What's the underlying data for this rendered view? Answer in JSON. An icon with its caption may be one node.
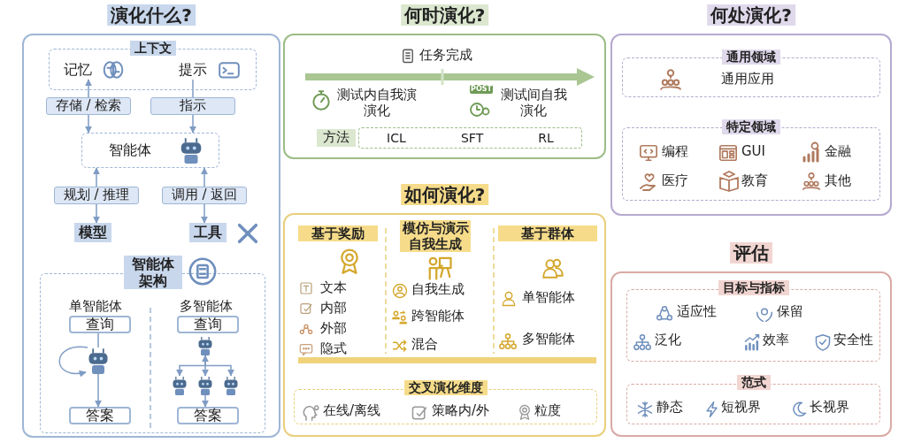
{
  "diagram": {
    "nodes": [
      {
        "text": [
          "演化什么?"
        ]
      },
      {
        "text": [
          "上下文"
        ],
        "in": 0
      },
      {
        "text": [
          "记忆"
        ],
        "in": 1
      },
      {
        "text": [
          "提示"
        ],
        "in": 1
      },
      {
        "text": [
          "智能体"
        ],
        "in": 0
      },
      {
        "text": [
          "模型"
        ],
        "in": 0
      },
      {
        "text": [
          "工具"
        ],
        "in": 0
      },
      {
        "text": [
          "智能体架构"
        ],
        "in": 0
      },
      {
        "text": [
          "查询"
        ],
        "in": 7
      },
      {
        "text": [],
        "shape": "robot",
        "in": 7
      },
      {
        "text": [
          "答案"
        ],
        "in": 7
      },
      {
        "text": [
          "查询"
        ],
        "in": 7
      },
      {
        "text": [],
        "shape": "robot",
        "in": 7
      },
      {
        "text": [],
        "shape": "robot",
        "in": 7
      },
      {
        "text": [],
        "shape": "robot",
        "in": 7
      },
      {
        "text": [],
        "shape": "robot",
        "in": 7
      },
      {
        "text": [
          "答案"
        ],
        "in": 7
      },
      {
        "text": [
          "何时演化?"
        ]
      },
      {
        "text": [
          "ICL",
          "SFT",
          "RL"
        ],
        "in": 17,
        "beside": [
          "方法"
        ]
      },
      {
        "text": [
          "何处演化?"
        ]
      },
      {
        "text": [
          "通用领域",
          "通用应用"
        ],
        "in": 19
      },
      {
        "text": [
          "特定领域"
        ],
        "in": 19
      },
      {
        "text": [
          "如何演化?"
        ]
      },
      {
        "text": [
          "交叉演化维度"
        ],
        "in": 22
      },
      {
        "text": [
          "评估"
        ]
      },
      {
        "text": [
          "目标与指标"
        ],
        "in": 24
      },
      {
        "text": [
          "范式"
        ],
        "in": 24
      }
    ],
    "edges": [
      {
        "from": 2,
        "to": 4,
        "arrow": "both",
        "label": "存储 / 检索"
      },
      {
        "from": 3,
        "to": 4,
        "arrow": "to",
        "label": "指示"
      },
      {
        "from": 4,
        "to": 5,
        "arrow": "both",
        "label": "规划 / 推理"
      },
      {
        "from": 4,
        "to": 6,
        "arrow": "both",
        "label": "调用 / 返回"
      },
      {
        "from": 8,
        "to": 9,
        "arrow": "none"
      },
      {
        "from": 9,
        "to": 10,
        "arrow": "to"
      },
      {
        "from": 9,
        "to": 9,
        "arrow": "to"
      },
      {
        "from": 12,
        "to": 13,
        "arrow": "to"
      },
      {
        "from": 12,
        "to": 14,
        "arrow": "both"
      },
      {
        "from": 12,
        "to": 15,
        "arrow": "to"
      },
      {
        "from": 14,
        "to": 16,
        "arrow": "to"
      }
    ],
    "labels": [
      "单智能体",
      "多智能体",
      "任务完成",
      "POST",
      "测试内自我演演化",
      "测试间自我演化",
      "编程",
      "GUI",
      "金融",
      "医疗",
      "教育",
      "其他",
      "基于奖励",
      "模仿与演示自我生成",
      "基于群体",
      "文本",
      "内部",
      "外部",
      "隐式",
      "自我生成",
      "跨智能体",
      "混合",
      "单智能体",
      "多智能体",
      "在线/离线",
      "策略内/外",
      "粒度",
      "适应性",
      "保留",
      "泛化",
      "效率",
      "安全性",
      "静态",
      "短视界",
      "长视界"
    ]
  }
}
